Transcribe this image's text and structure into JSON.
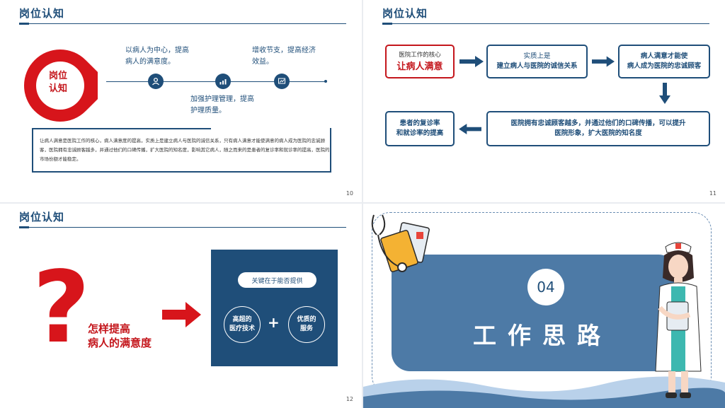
{
  "colors": {
    "brand_blue": "#1f4e79",
    "accent_red": "#c4161c",
    "panel_blue": "#4d7aa6"
  },
  "slide1": {
    "header": "岗位认知",
    "pin_line1": "岗位",
    "pin_line2": "认知",
    "point1_line1": "以病人为中心，提高",
    "point1_line2": "病人的满意度。",
    "point2_line1": "增收节支，提高经济",
    "point2_line2": "效益。",
    "point3_line1": "加强护理管理，提高",
    "point3_line2": "护理质量。",
    "paragraph": "让病人满意是医院工作的核心，病人满意度的提高，实质上是建立病人与医院的诚信关系，只有病人满意才能使满意的病人成为医院的忠诚顾客，医院拥有忠诚顾客越多，并通过他们的口碑传播，扩大医院的知名度，影响其它病人，随之而来的是患者的复诊率和就诊率的提高，医院的市场份额才能稳定。",
    "page_number": "10"
  },
  "slide2": {
    "header": "岗位认知",
    "box1_line1": "医院工作的核心",
    "box1_line2": "让病人满意",
    "box2_line1": "实质上是",
    "box2_line2": "建立病人与医院的诚信关系",
    "box3_line1": "病人满意才能使",
    "box3_line2": "病人成为医院的忠诚顾客",
    "box4_line1": "医院拥有忠诚顾客越多，并通过他们的口碑传播，可以提升",
    "box4_line2": "医院形象，扩大医院的知名度",
    "box5_line1": "患者的复诊率",
    "box5_line2": "和就诊率的提高",
    "page_number": "11"
  },
  "slide3": {
    "header": "岗位认知",
    "question_mark": "?",
    "question_line1": "怎样提高",
    "question_line2": "病人的满意度",
    "pill": "关键在于能否提供",
    "circle1_line1": "高超的",
    "circle1_line2": "医疗技术",
    "circle2_line1": "优质的",
    "circle2_line2": "服务",
    "plus": "+",
    "page_number": "12"
  },
  "slide4": {
    "number": "04",
    "title": "工作思路"
  }
}
